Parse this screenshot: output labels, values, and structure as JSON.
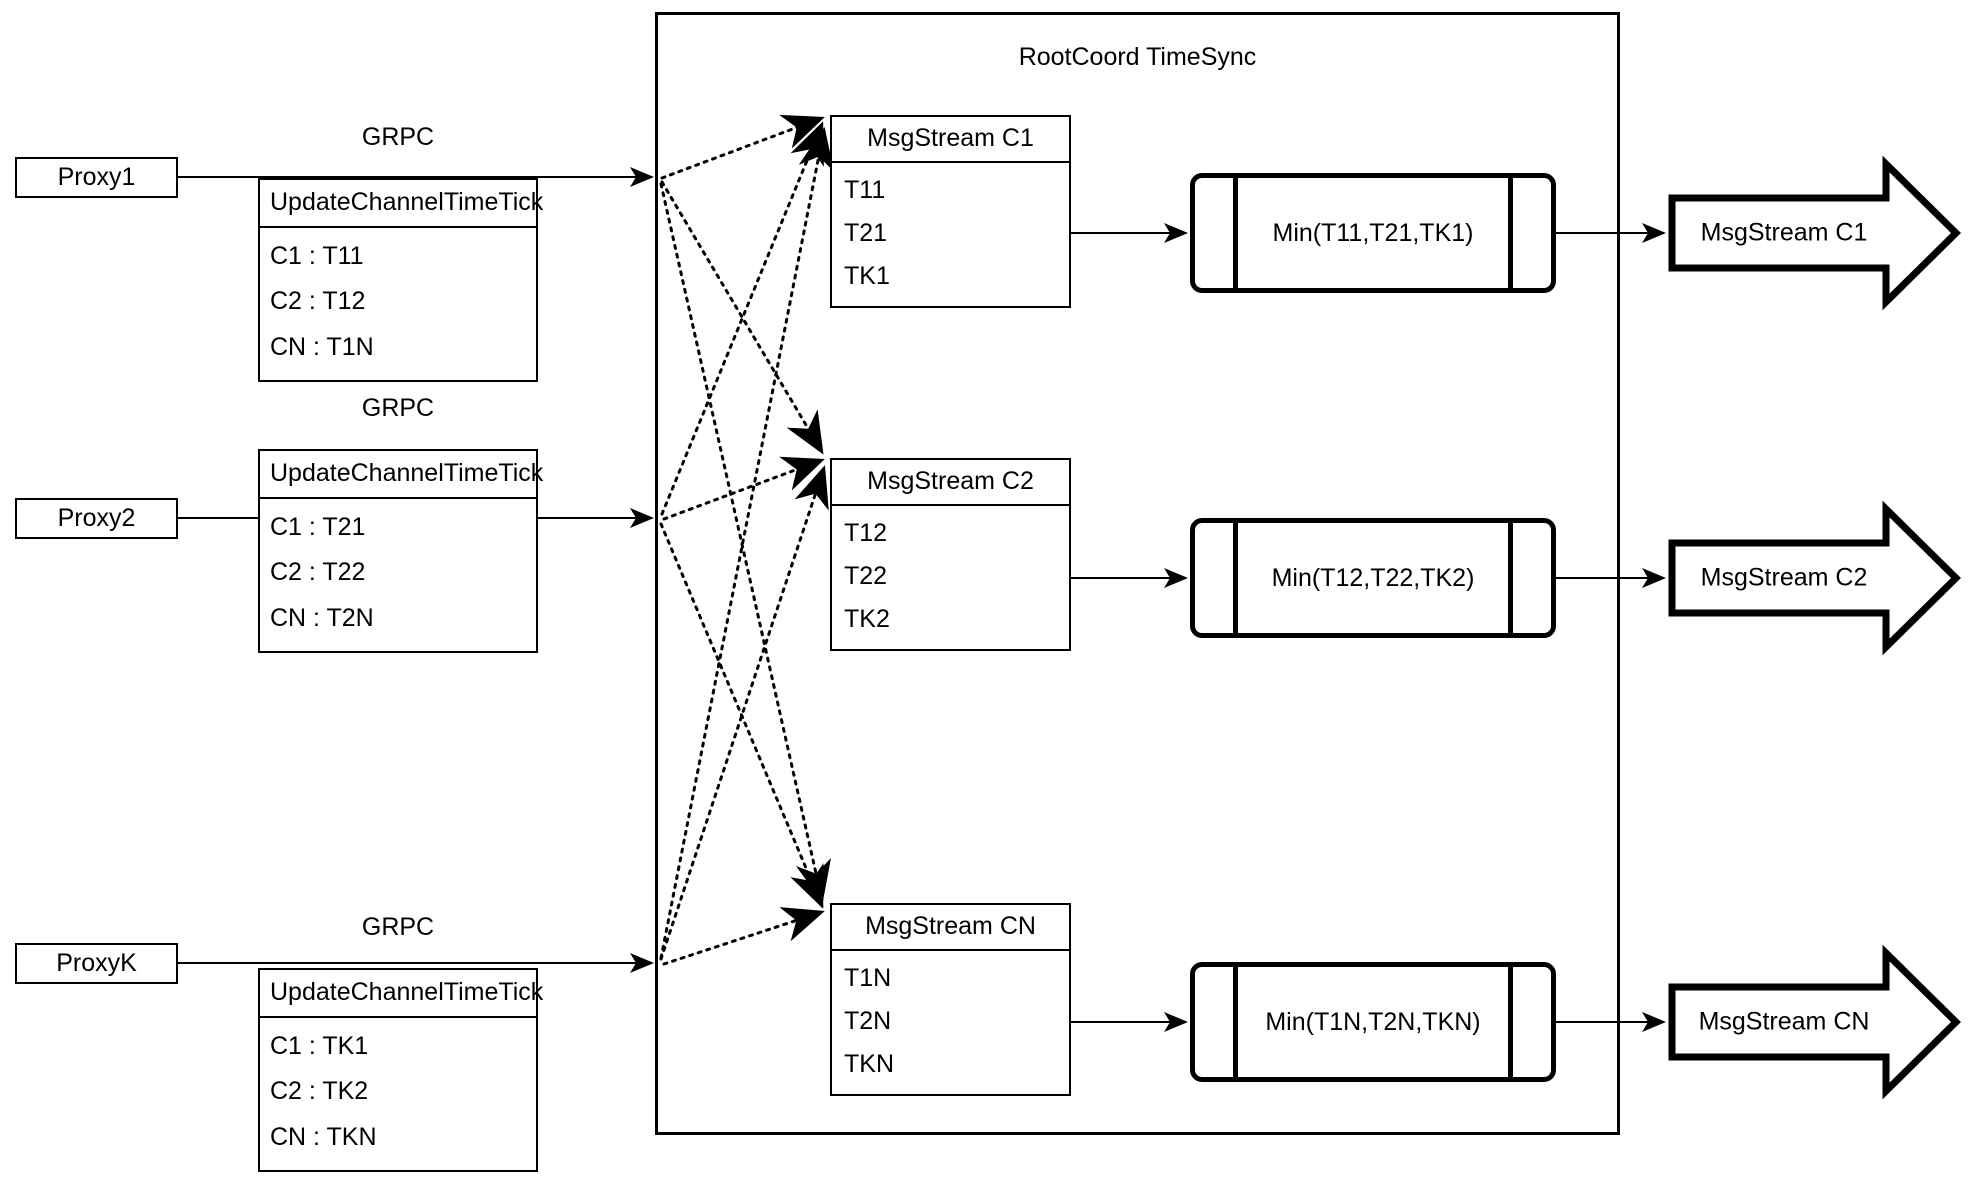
{
  "diagram": {
    "title": "RootCoord TimeSync",
    "colors": {
      "stroke": "#000000",
      "background": "#ffffff"
    }
  },
  "rows": [
    {
      "proxy_label": "Proxy1",
      "grpc_label": "GRPC",
      "tick_table": {
        "header": "UpdateChannelTimeTick",
        "rows": [
          "C1 :  T11",
          "C2 :  T12",
          "CN : T1N"
        ]
      },
      "msgstream": {
        "header": "MsgStream C1",
        "rows": [
          "T11",
          "T21",
          "TK1"
        ]
      },
      "process_label": "Min(T11,T21,TK1)",
      "output_label": "MsgStream C1"
    },
    {
      "proxy_label": "Proxy2",
      "grpc_label": "GRPC",
      "tick_table": {
        "header": "UpdateChannelTimeTick",
        "rows": [
          "C1 :  T21",
          "C2 :  T22",
          "CN : T2N"
        ]
      },
      "msgstream": {
        "header": "MsgStream C2",
        "rows": [
          "T12",
          "T22",
          "TK2"
        ]
      },
      "process_label": "Min(T12,T22,TK2)",
      "output_label": "MsgStream C2"
    },
    {
      "proxy_label": "ProxyK",
      "grpc_label": "GRPC",
      "tick_table": {
        "header": "UpdateChannelTimeTick",
        "rows": [
          "C1 :  TK1",
          "C2 :  TK2",
          "CN : TKN"
        ]
      },
      "msgstream": {
        "header": "MsgStream CN",
        "rows": [
          "T1N",
          "T2N",
          "TKN"
        ]
      },
      "process_label": "Min(T1N,T2N,TKN)",
      "output_label": "MsgStream CN"
    }
  ]
}
